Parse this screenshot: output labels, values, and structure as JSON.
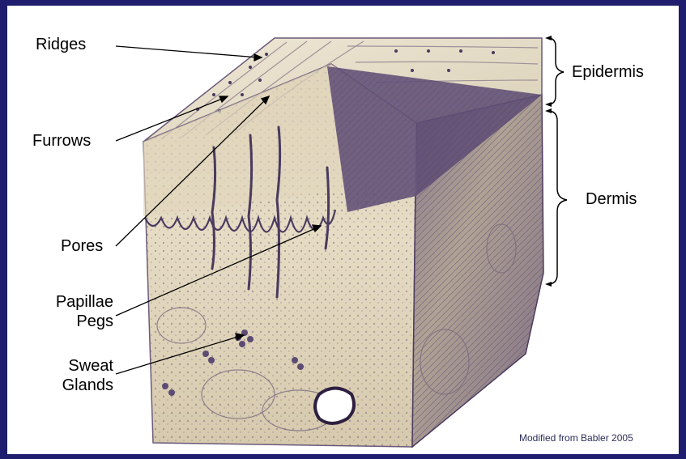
{
  "labels": {
    "ridges": "Ridges",
    "furrows": "Furrows",
    "pores": "Pores",
    "papillae_line1": "Papillae",
    "papillae_line2": "Pegs",
    "sweat_line1": "Sweat",
    "sweat_line2": "Glands",
    "epidermis": "Epidermis",
    "dermis": "Dermis"
  },
  "credit": "Modified from Babler 2005",
  "colors": {
    "frame": "#1f1e6e",
    "background": "#ffffff",
    "tissue_light": "#e9e1cd",
    "tissue_mid": "#d8ccb1",
    "tissue_dark": "#5d4b73",
    "ink": "#000000"
  }
}
